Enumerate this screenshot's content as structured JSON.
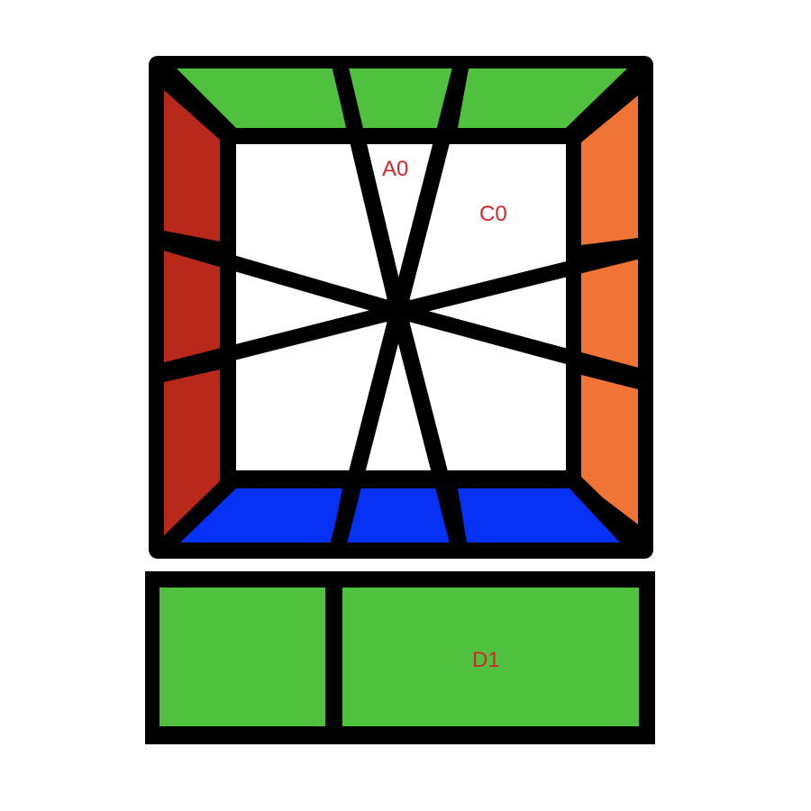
{
  "colors": {
    "top": "#4fc13f",
    "left": "#b8281b",
    "right": "#f07436",
    "bottom": "#0632f5",
    "center": "#ffffff",
    "edge_piece": "#4fc13f",
    "outline": "#000000",
    "label": "#d2262b"
  },
  "labels": {
    "a0": "A0",
    "c0": "C0",
    "d1": "D1"
  }
}
